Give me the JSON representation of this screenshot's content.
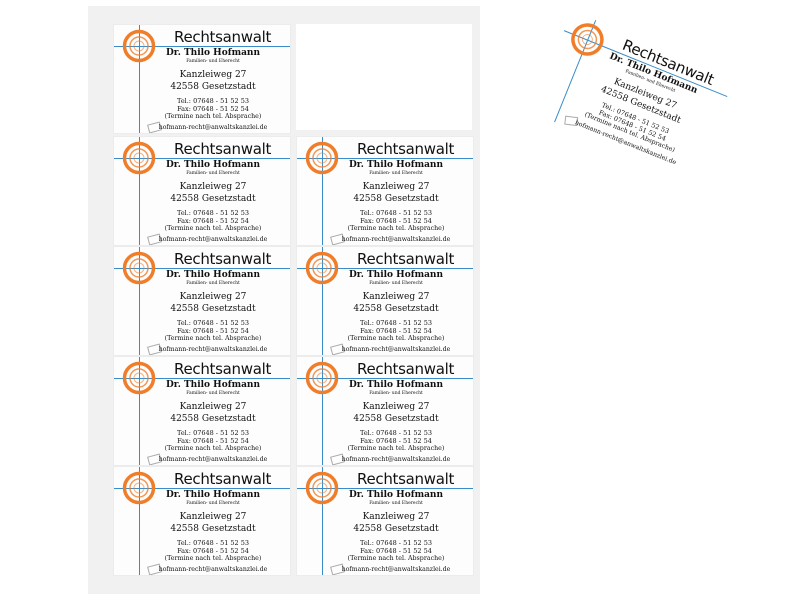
{
  "card": {
    "title": "Rechtsanwalt",
    "name": "Dr. Thilo Hofmann",
    "specialty": "Familien- und Eherecht",
    "street": "Kanzleiweg 27",
    "city": "42558 Gesetzstadt",
    "tel": "Tel.: 07648 - 51 52 53",
    "fax": "Fax: 07648 - 51 52 54",
    "note": "(Termine nach tel. Absprache)",
    "email": "hofmann-recht@anwaltskanzlei.de"
  },
  "colors": {
    "logo": "#f07d2a",
    "line": "#3a8cc8"
  }
}
